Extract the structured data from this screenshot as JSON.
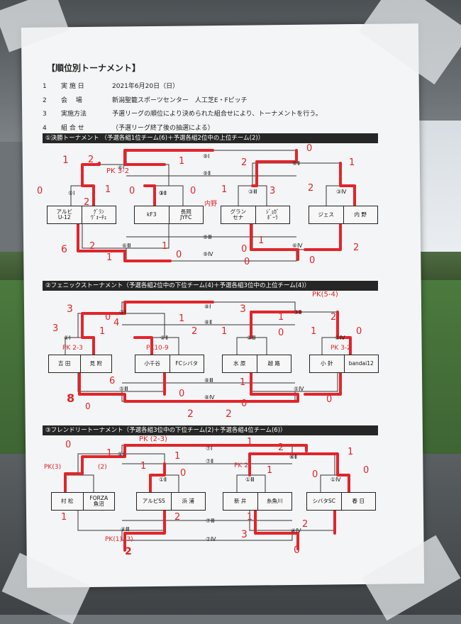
{
  "document": {
    "heading": "【順位別トーナメント】",
    "info": [
      {
        "num": "1",
        "label": "実 施 日",
        "value": "2021年6月20日（日）"
      },
      {
        "num": "2",
        "label": "会　 場",
        "value": "新潟聖籠スポーツセンター　人工芝E・Fピッチ"
      },
      {
        "num": "3",
        "label": "実施方法",
        "value": "予選リーグの順位により決められた組合せにより、トーナメントを行う。"
      },
      {
        "num": "4",
        "label": "組 合 せ",
        "value": "（予選リーグ終了後の抽選による）"
      }
    ]
  },
  "tournaments": [
    {
      "title": "①決勝トーナメント （予選各組1位チーム(6)＋予選各組2位中の上位チーム(2)）",
      "nodes": [
        "⑤Ⅰ",
        "⑥Ⅰ",
        "⑨Ⅰ",
        "⑨Ⅱ",
        "⑥Ⅱ",
        "①Ⅰ",
        "③Ⅱ",
        "③Ⅲ",
        "③Ⅳ",
        "⑨Ⅲ",
        "⑥Ⅲ",
        "⑨Ⅳ",
        "⑥Ⅳ"
      ],
      "teams": [
        [
          "アルビ\nU-12",
          "ｸﾞﾗﾝ\nｳﾞｫｰﾁｪ"
        ],
        [
          "kF3",
          "長岡\nJYFC"
        ],
        [
          "グラン\nセナ",
          "ｼﾞｮｶﾞ\nﾎﾞｰﾗ"
        ],
        [
          "ジェス",
          "内 野"
        ]
      ]
    },
    {
      "title": "②フェニックストーナメント（予選各組2位中の下位チーム(4)＋予選各組3位中の上位チーム(4)）",
      "nodes": [
        "⑧Ⅰ",
        "③Ⅰ",
        "⑧Ⅱ",
        "③Ⅱ",
        "①Ⅰ",
        "②Ⅱ",
        "②Ⅲ",
        "②Ⅳ",
        "⑤Ⅲ",
        "⑤Ⅳ",
        "⑧Ⅲ",
        "⑧Ⅳ"
      ],
      "teams": [
        [
          "吉 田",
          "見 附"
        ],
        [
          "小千谷",
          "FCシバタ"
        ],
        [
          "水 原",
          "越 路"
        ],
        [
          "小 針",
          "bandai12"
        ]
      ]
    },
    {
      "title": "③フレンドリートーナメント（予選各組3位中の下位チーム(2)＋予選各組4位チーム(6)）",
      "nodes": [
        "④Ⅰ",
        "⑦Ⅰ",
        "⑦Ⅱ",
        "④Ⅱ",
        "①Ⅰ",
        "①Ⅱ",
        "①Ⅲ",
        "①Ⅳ",
        "④Ⅲ",
        "⑦Ⅲ",
        "④Ⅳ",
        "⑦Ⅳ"
      ],
      "teams": [
        [
          "村 松",
          "FORZA\n魚沼"
        ],
        [
          "アルビSS",
          "浜 浦"
        ],
        [
          "新 井",
          "糸魚川"
        ],
        [
          "シバタSC",
          "春 日"
        ]
      ]
    }
  ],
  "handwriting": {
    "t1": [
      "1",
      "2",
      "PK 3-2",
      "1",
      "2",
      "0",
      "1",
      "3",
      "0",
      "2",
      "1",
      "0",
      "0",
      "内野",
      "1",
      "3",
      "2",
      "6",
      "2",
      "1",
      "1",
      "0",
      "0",
      "2",
      "0",
      "1",
      "0"
    ],
    "t2": [
      "3",
      "0",
      "4",
      "1",
      "PK(5-4)",
      "3",
      "1",
      "2",
      "3",
      "1",
      "2",
      "1",
      "0",
      "1",
      "0",
      "PK 2-3",
      "PK10-9",
      "PK 3-2",
      "8",
      "0",
      "6",
      "0",
      "1",
      "0",
      "0",
      "2",
      "2"
    ],
    "t3": [
      "0",
      "PK (2-3)",
      "1",
      "1",
      "1",
      "1",
      "2",
      "PK(3)",
      "(2)",
      "1",
      "0",
      "PK 2",
      "1",
      "0",
      "0",
      "1",
      "2",
      "1",
      "PK(1) (3)",
      "3",
      "2",
      "2",
      "0"
    ]
  }
}
